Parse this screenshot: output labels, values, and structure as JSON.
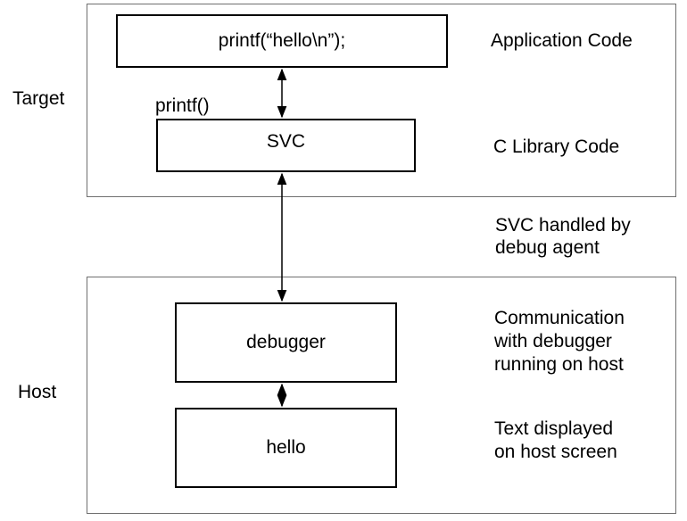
{
  "regions": {
    "target_label": "Target",
    "host_label": "Host"
  },
  "boxes": {
    "app_code": "printf(“hello\\n”);",
    "svc": "SVC",
    "debugger": "debugger",
    "hello": "hello"
  },
  "call_label": "printf()",
  "annotations": {
    "application_code": "Application Code",
    "c_library_code": "C Library Code",
    "svc_handled_line1": "SVC handled by",
    "svc_handled_line2": "debug agent",
    "communication_line1": "Communication",
    "communication_line2": "with debugger",
    "communication_line3": "running on host",
    "text_displayed_line1": "Text displayed",
    "text_displayed_line2": "on host screen"
  }
}
